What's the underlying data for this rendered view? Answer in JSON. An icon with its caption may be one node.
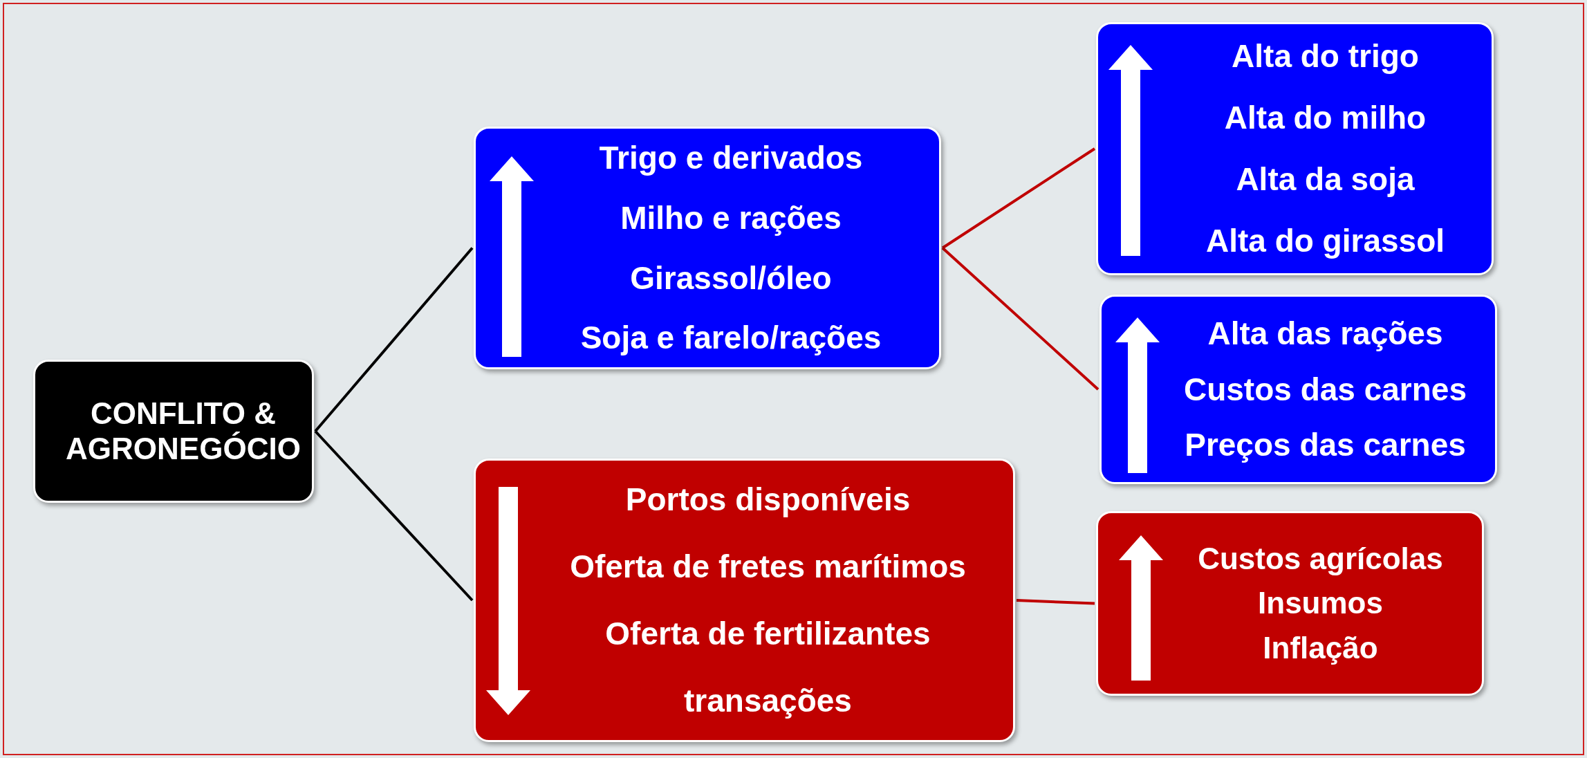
{
  "diagram": {
    "nodes": [
      {
        "text": [
          "CONFLITO & AGRONEGÓCIO"
        ]
      },
      {
        "text": [
          "Trigo e derivados",
          "Milho e rações",
          "Girassol/óleo",
          "Soja e farelo/rações"
        ]
      },
      {
        "text": [
          "Portos disponíveis",
          "Oferta de fretes marítimos",
          "Oferta de fertilizantes",
          "transações"
        ]
      },
      {
        "text": [
          "Alta do trigo",
          "Alta do milho",
          "Alta da soja",
          "Alta do girassol"
        ]
      },
      {
        "text": [
          "Alta das rações",
          "Custos das carnes",
          "Preços das carnes"
        ]
      },
      {
        "text": [
          "Custos agrícolas",
          "Insumos",
          "Inflação"
        ]
      }
    ],
    "edges": [
      {
        "from": 0,
        "to": 1,
        "arrow": "none",
        "color": "#000000"
      },
      {
        "from": 0,
        "to": 2,
        "arrow": "none",
        "color": "#000000"
      },
      {
        "from": 1,
        "to": 3,
        "arrow": "none"
      },
      {
        "from": 1,
        "to": 4,
        "arrow": "none"
      },
      {
        "from": 2,
        "to": 5,
        "arrow": "none"
      }
    ]
  }
}
